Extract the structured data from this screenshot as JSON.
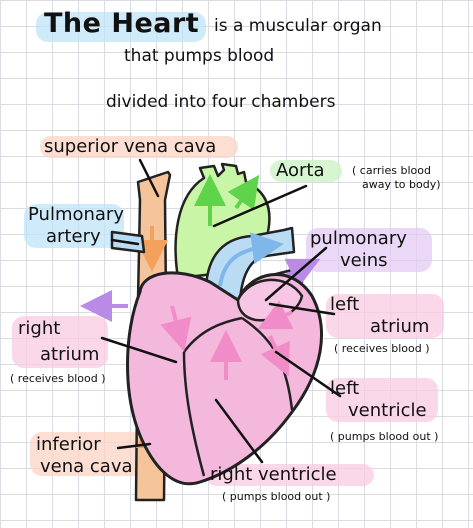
{
  "title": {
    "main": "The Heart",
    "rest_line1": "is a muscular organ",
    "rest_line2": "that pumps blood",
    "subtitle": "divided into four chambers"
  },
  "labels": {
    "superior_vena_cava": "superior vena cava",
    "aorta": "Aorta",
    "aorta_note_1": "( carries blood",
    "aorta_note_2": "away to body)",
    "pulmonary_artery_1": "Pulmonary",
    "pulmonary_artery_2": "artery",
    "pulmonary_veins_1": "pulmonary",
    "pulmonary_veins_2": "veins",
    "left_atrium_1": "left",
    "left_atrium_2": "atrium",
    "left_atrium_note": "( receives blood )",
    "right_atrium_1": "right",
    "right_atrium_2": "atrium",
    "right_atrium_note": "( receives blood )",
    "left_ventricle_1": "left",
    "left_ventricle_2": "ventricle",
    "left_ventricle_note": "( pumps blood out )",
    "inferior_vena_cava_1": "inferior",
    "inferior_vena_cava_2": "vena cava",
    "right_ventricle": "right ventricle",
    "right_ventricle_note": "( pumps blood out )"
  },
  "colors": {
    "highlight_blue": "#bfe3f7",
    "highlight_peach": "#fbd3c4",
    "highlight_green": "#c9f2c0",
    "highlight_purple": "#e4c9f3",
    "highlight_pink": "#f9cbe2",
    "vena_cava": "#f6c49a",
    "aorta": "#c9f5a6",
    "pulmonary_artery": "#b9dcf4",
    "heart_pink": "#f4b8dc",
    "arrow_orange": "#f3a15d",
    "arrow_green": "#5fd34a",
    "arrow_blue": "#7fb7ea",
    "arrow_purple": "#b98be6",
    "arrow_pink": "#f08cc7"
  }
}
